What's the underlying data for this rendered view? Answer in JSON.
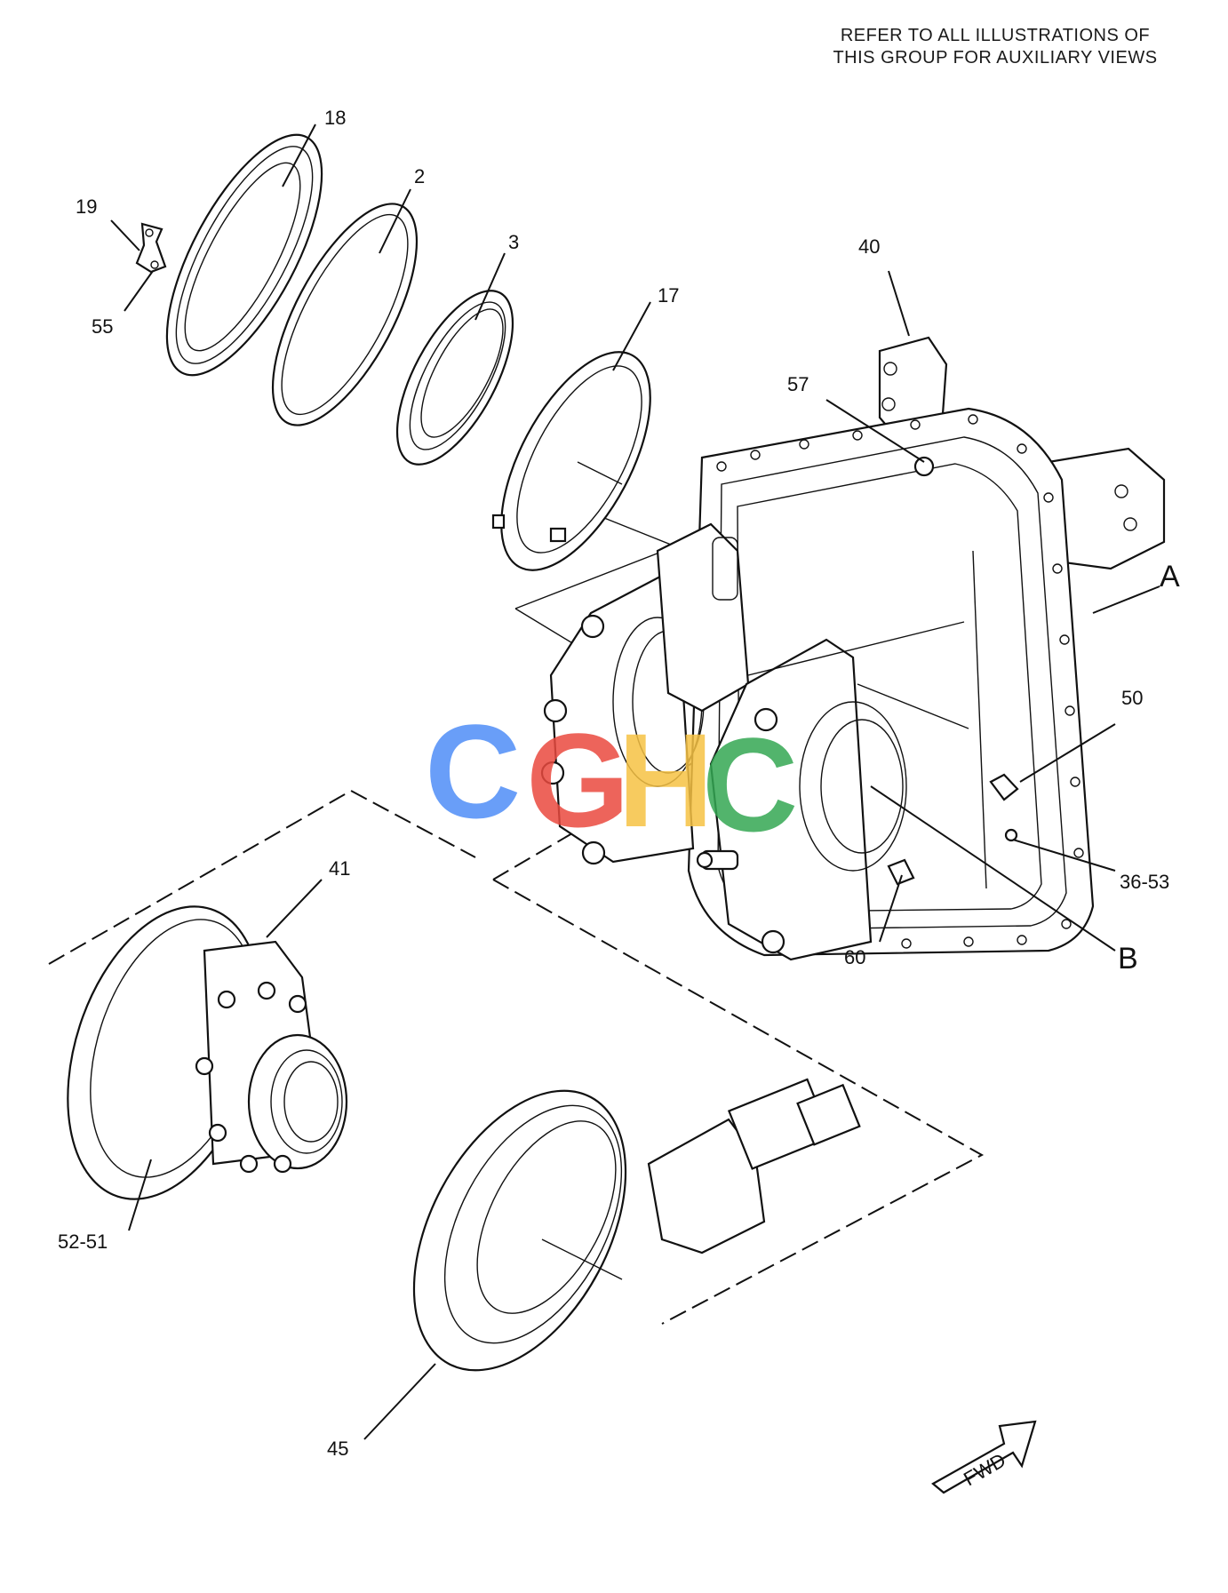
{
  "note": {
    "line1": "REFER TO ALL ILLUSTRATIONS OF",
    "line2": "THIS GROUP FOR AUXILIARY VIEWS"
  },
  "callouts": {
    "c18": "18",
    "c2": "2",
    "c3": "3",
    "c17": "17",
    "c19": "19",
    "c55": "55",
    "c40": "40",
    "c57": "57",
    "cA": "A",
    "c50": "50",
    "c36_53": "36-53",
    "cB": "B",
    "c60": "60",
    "c41": "41",
    "c52_51": "52-51",
    "c45": "45"
  },
  "fwd_label": "FWD",
  "watermark": {
    "letters": [
      "C",
      "G",
      "H",
      "C"
    ],
    "colors": [
      "#4f8ef7",
      "#ea4a3f",
      "#f6c244",
      "#34a853"
    ]
  }
}
